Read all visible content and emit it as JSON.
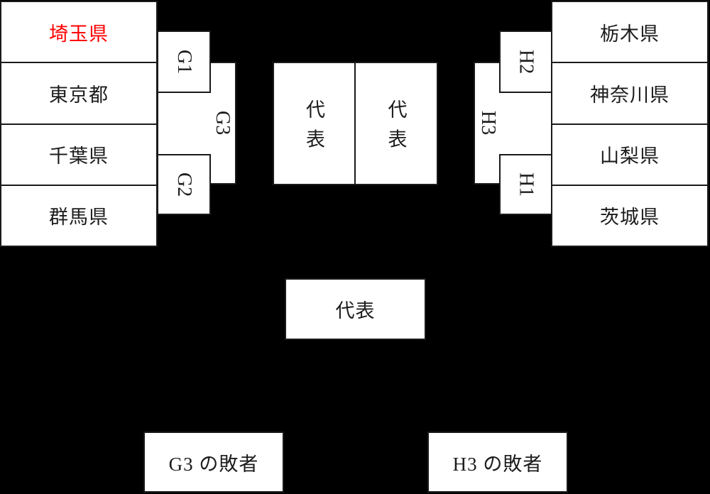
{
  "colors": {
    "background": "#000000",
    "box_fill": "#ffffff",
    "border": "#1a1a1a",
    "text": "#1c1c1c",
    "highlight": "#ff0000"
  },
  "left_block": {
    "prefectures": [
      {
        "name": "埼玉県",
        "highlighted": true
      },
      {
        "name": "東京都",
        "highlighted": false
      },
      {
        "name": "千葉県",
        "highlighted": false
      },
      {
        "name": "群馬県",
        "highlighted": false
      }
    ],
    "matches": {
      "m1": "G1",
      "m2": "G2",
      "semi": "G3"
    }
  },
  "right_block": {
    "prefectures": [
      {
        "name": "栃木県",
        "highlighted": false
      },
      {
        "name": "神奈川県",
        "highlighted": false
      },
      {
        "name": "山梨県",
        "highlighted": false
      },
      {
        "name": "茨城県",
        "highlighted": false
      }
    ],
    "matches": {
      "m1": "H1",
      "m2": "H2",
      "semi": "H3"
    }
  },
  "finals": {
    "left_representative": "代表",
    "right_representative": "代表",
    "champion": "代表"
  },
  "consolation": {
    "left": "G3 の敗者",
    "right": "H3 の敗者"
  }
}
